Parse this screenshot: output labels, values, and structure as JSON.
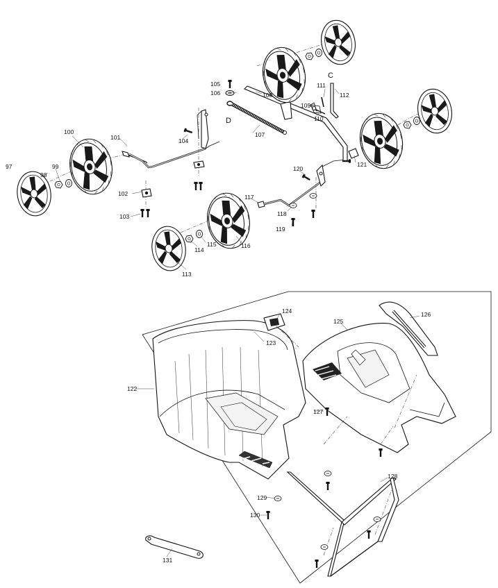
{
  "labels": {
    "p97": "97",
    "p98": "98",
    "p99": "99",
    "p100": "100",
    "p101": "101",
    "p102": "102",
    "p103": "103",
    "p104": "104",
    "p105": "105",
    "p106": "106",
    "p107": "107",
    "p108": "108",
    "p109": "109",
    "p110": "110",
    "p111": "111",
    "p112": "112",
    "p113": "113",
    "p114": "114",
    "p115": "115",
    "p116": "116",
    "p117": "117",
    "p118": "118",
    "p119": "119",
    "p120": "120",
    "p121": "121",
    "p122": "122",
    "p123": "123",
    "p124": "124",
    "p125": "125",
    "p126": "126",
    "p127": "127",
    "p128": "128",
    "p129": "129",
    "p130": "130",
    "p131": "131",
    "markC": "C",
    "markD": "D"
  }
}
